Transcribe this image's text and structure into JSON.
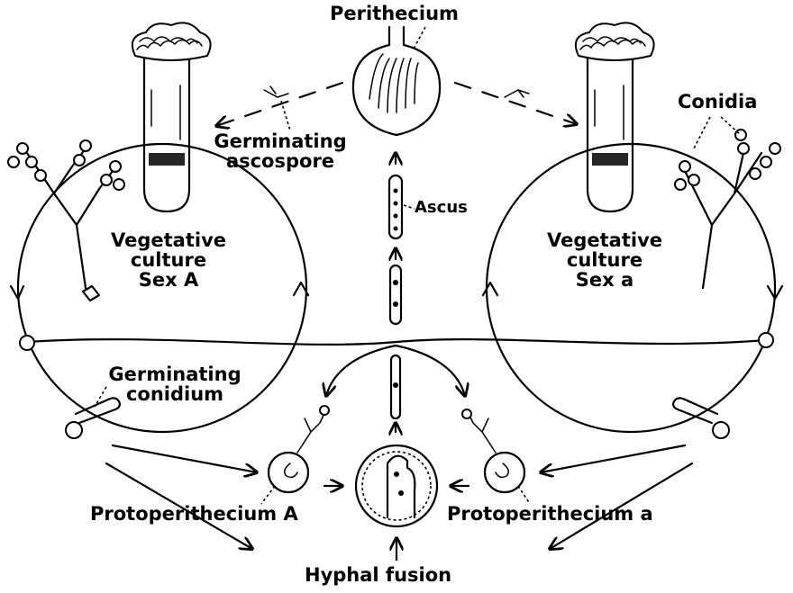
{
  "labels": {
    "perithecium": "Perithecium",
    "germinating_ascospore_1": "Germinating",
    "germinating_ascospore_2": "ascospore",
    "conidia": "Conidia",
    "ascus": "Ascus",
    "veg_a_1": "Vegetative",
    "veg_a_2": "culture",
    "veg_a_3": "Sex A",
    "veg_b_1": "Vegetative",
    "veg_b_2": "culture",
    "veg_b_3": "Sex a",
    "germ_conidium_1": "Germinating",
    "germ_conidium_2": "conidium",
    "proto_a": "Protoperithecium A",
    "proto_b": "Protoperithecium a",
    "hyphal_fusion": "Hyphal fusion"
  }
}
